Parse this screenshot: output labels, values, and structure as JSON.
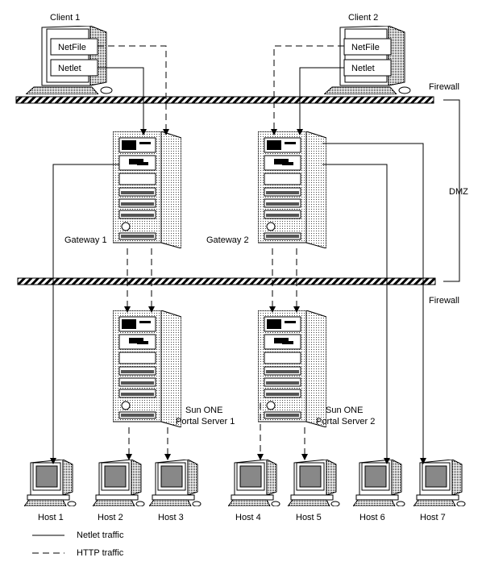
{
  "clients": [
    {
      "label": "Client 1",
      "netfile": "NetFile",
      "netlet": "Netlet"
    },
    {
      "label": "Client 2",
      "netfile": "NetFile",
      "netlet": "Netlet"
    }
  ],
  "firewall_top_label": "Firewall",
  "firewall_bottom_label": "Firewall",
  "dmz_label": "DMZ",
  "gateways": [
    {
      "label": "Gateway 1"
    },
    {
      "label": "Gateway 2"
    }
  ],
  "portal_servers": [
    {
      "line1": "Sun ONE",
      "line2": "Portal Server 1"
    },
    {
      "line1": "Sun ONE",
      "line2": "Portal Server 2"
    }
  ],
  "hosts": [
    "Host 1",
    "Host 2",
    "Host 3",
    "Host 4",
    "Host 5",
    "Host 6",
    "Host 7"
  ],
  "legend": {
    "netlet": "Netlet traffic",
    "http": "HTTP traffic"
  }
}
